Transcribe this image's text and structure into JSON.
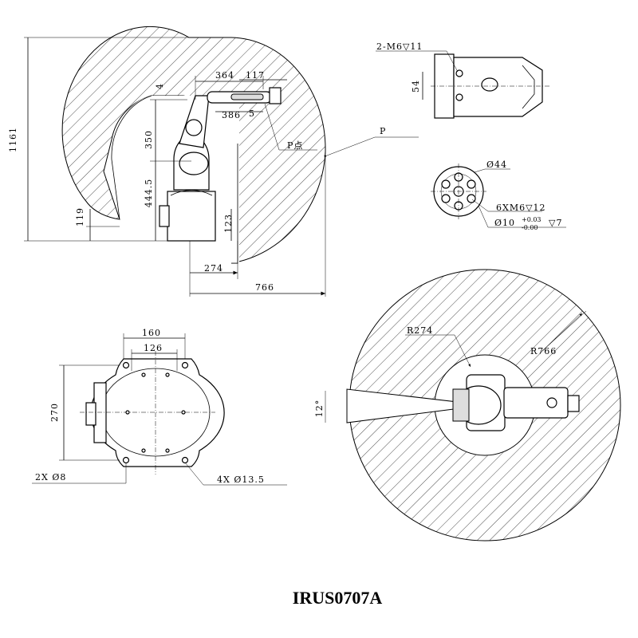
{
  "title": "IRUS0707A",
  "side_view": {
    "height_total": "1161",
    "height_350": "350",
    "height_444": "444.5",
    "height_119": "119",
    "height_123": "123",
    "height_4": "4",
    "reach_364": "364",
    "reach_117": "117",
    "reach_386": "386",
    "reach_5": "5",
    "reach_274": "274",
    "reach_766": "766",
    "p_point": "P点",
    "p_label": "P"
  },
  "flange_top": {
    "thread_label": "2-M6▽11",
    "dim_54": "54"
  },
  "flange_front": {
    "dia_44": "Ø44",
    "thread_label": "6XM6▽12",
    "pin_label": "Ø10",
    "tol_upper": "+0.03",
    "tol_lower": "-0.00",
    "pin_depth": "▽7"
  },
  "base_view": {
    "width_160": "160",
    "width_126": "126",
    "depth_270": "270",
    "holes_8": "2X   Ø8",
    "holes_13": "4X   Ø13.5"
  },
  "top_view": {
    "r_inner": "R274",
    "r_outer": "R766",
    "angle": "12°"
  }
}
